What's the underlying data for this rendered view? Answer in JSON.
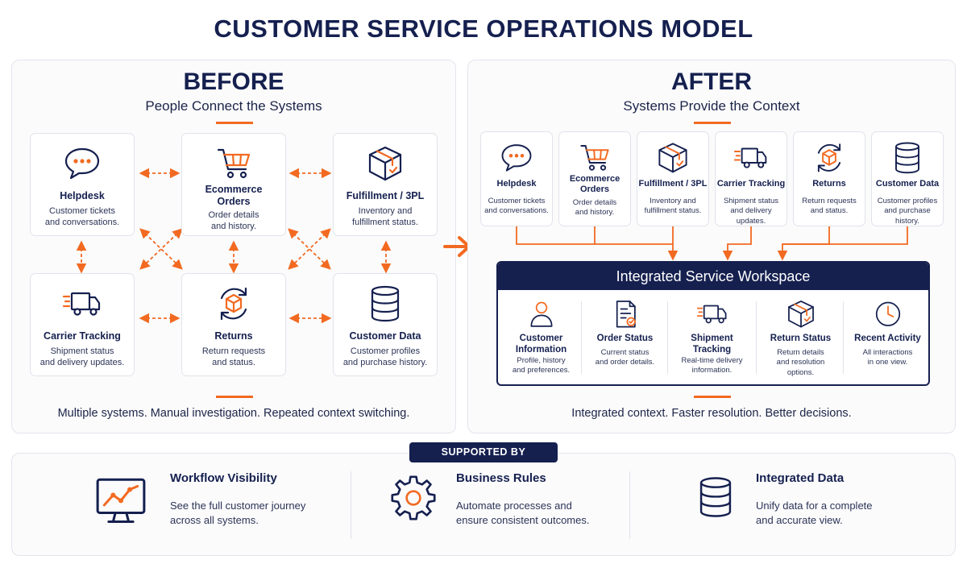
{
  "title": "CUSTOMER SERVICE OPERATIONS MODEL",
  "before": {
    "title": "BEFORE",
    "subtitle": "People Connect the Systems",
    "cards": [
      {
        "title": "Helpdesk",
        "desc": "Customer tickets\nand conversations.",
        "icon": "chat-bubble-icon"
      },
      {
        "title": "Ecommerce\nOrders",
        "desc": "Order details\nand history.",
        "icon": "shopping-cart-icon"
      },
      {
        "title": "Fulfillment / 3PL",
        "desc": "Inventory and\nfulfillment status.",
        "icon": "package-box-icon"
      },
      {
        "title": "Carrier Tracking",
        "desc": "Shipment status\nand delivery updates.",
        "icon": "delivery-truck-icon"
      },
      {
        "title": "Returns",
        "desc": "Return requests\nand status.",
        "icon": "return-cycle-icon"
      },
      {
        "title": "Customer Data",
        "desc": "Customer profiles\nand purchase history.",
        "icon": "database-icon"
      }
    ],
    "footer": "Multiple systems. Manual investigation. Repeated context switching."
  },
  "after": {
    "title": "AFTER",
    "subtitle": "Systems Provide the Context",
    "cards": [
      {
        "title": "Helpdesk",
        "desc": "Customer tickets\nand conversations.",
        "icon": "chat-bubble-icon"
      },
      {
        "title": "Ecommerce\nOrders",
        "desc": "Order details\nand history.",
        "icon": "shopping-cart-icon"
      },
      {
        "title": "Fulfillment / 3PL",
        "desc": "Inventory and\nfulfillment status.",
        "icon": "package-box-icon"
      },
      {
        "title": "Carrier Tracking",
        "desc": "Shipment status\nand delivery updates.",
        "icon": "delivery-truck-icon"
      },
      {
        "title": "Returns",
        "desc": "Return requests\nand status.",
        "icon": "return-cycle-icon"
      },
      {
        "title": "Customer Data",
        "desc": "Customer profiles\nand purchase history.",
        "icon": "database-icon"
      }
    ],
    "workspace": {
      "title": "Integrated Service Workspace",
      "items": [
        {
          "title": "Customer\nInformation",
          "desc": "Profile, history\nand preferences.",
          "icon": "person-icon"
        },
        {
          "title": "Order Status",
          "desc": "Current status\nand order details.",
          "icon": "order-document-icon"
        },
        {
          "title": "Shipment\nTracking",
          "desc": "Real-time delivery\ninformation.",
          "icon": "delivery-truck-icon"
        },
        {
          "title": "Return Status",
          "desc": "Return details\nand resolution\noptions.",
          "icon": "package-box-icon"
        },
        {
          "title": "Recent Activity",
          "desc": "All interactions\nin one view.",
          "icon": "clock-icon"
        }
      ]
    },
    "footer": "Integrated context. Faster resolution. Better decisions."
  },
  "supported_by": {
    "label": "SUPPORTED BY",
    "items": [
      {
        "title": "Workflow Visibility",
        "desc": "See the full customer journey\nacross all systems.",
        "icon": "monitor-chart-icon"
      },
      {
        "title": "Business Rules",
        "desc": "Automate processes and\nensure consistent outcomes.",
        "icon": "gear-icon"
      },
      {
        "title": "Integrated Data",
        "desc": "Unify data for a complete\nand accurate view.",
        "icon": "database-icon"
      }
    ]
  },
  "colors": {
    "navy": "#15204f",
    "orange": "#f26a21"
  }
}
